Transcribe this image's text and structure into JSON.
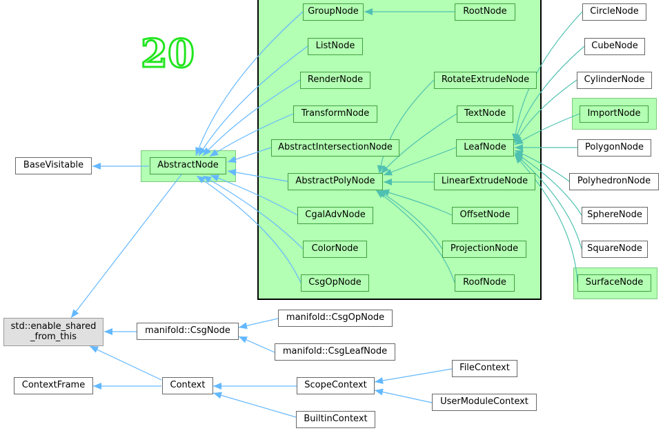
{
  "badge": "20",
  "colors": {
    "cluster_fill": "#b3ffb3",
    "edge_blue": "#63b8ff",
    "edge_teal": "#4fc1b0",
    "badge_green": "#22e51f"
  },
  "nodes": {
    "basevisitable": "BaseVisitable",
    "abstractnode": "AbstractNode",
    "groupnode": "GroupNode",
    "rootnode": "RootNode",
    "listnode": "ListNode",
    "rendernode": "RenderNode",
    "transformnode": "TransformNode",
    "abstractintersectionnode": "AbstractIntersectionNode",
    "abstractpolynode": "AbstractPolyNode",
    "cgaladvnode": "CgalAdvNode",
    "colornode": "ColorNode",
    "csgopnode": "CsgOpNode",
    "rotateextrudenode": "RotateExtrudeNode",
    "textnode": "TextNode",
    "leafnode": "LeafNode",
    "linearextrudenode": "LinearExtrudeNode",
    "offsetnode": "OffsetNode",
    "projectionnode": "ProjectionNode",
    "roofnode": "RoofNode",
    "circlenode": "CircleNode",
    "cubenode": "CubeNode",
    "cylindernode": "CylinderNode",
    "importnode": "ImportNode",
    "polygonnode": "PolygonNode",
    "polyhedronnode": "PolyhedronNode",
    "spherenode": "SphereNode",
    "squarenode": "SquareNode",
    "surfacenode": "SurfaceNode",
    "enable_shared_line1": "std::enable_shared",
    "enable_shared_line2": "_from_this",
    "manifold_csgnode": "manifold::CsgNode",
    "manifold_csgopnode": "manifold::CsgOpNode",
    "manifold_csgleafnode": "manifold::CsgLeafNode",
    "contextframe": "ContextFrame",
    "context": "Context",
    "scopecontext": "ScopeContext",
    "builtincontext": "BuiltinContext",
    "filecontext": "FileContext",
    "usermodulecontext": "UserModuleContext"
  }
}
